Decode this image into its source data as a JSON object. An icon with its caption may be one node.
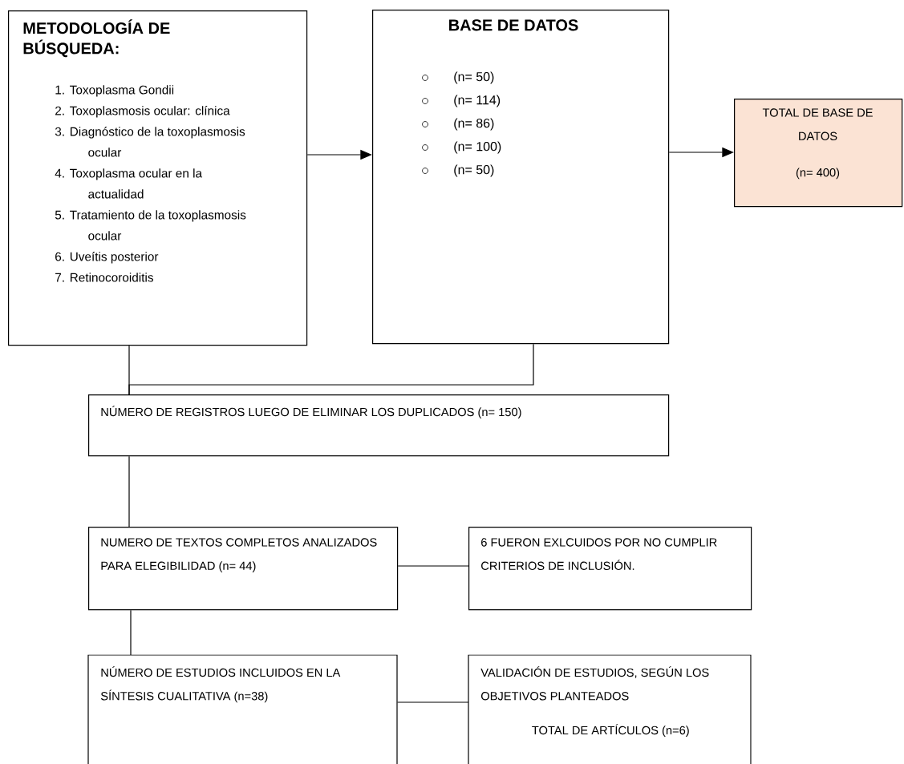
{
  "diagram": {
    "nodes": [
      {
        "text": [
          "METODOLOGÍA DE BÚSQUEDA:",
          "1. Toxoplasma Gondii",
          "2. Toxoplasmosis ocular: clínica",
          "3. Diagnóstico de la toxoplasmosis ocular",
          "4. Toxoplasma ocular en la actualidad",
          "5. Tratamiento de la toxoplasmosis ocular",
          "6. Uveítis posterior",
          "7. Retinocoroiditis"
        ]
      },
      {
        "text": [
          "BASE DE DATOS",
          "(n= 50)",
          "(n= 114)",
          "(n= 86)",
          "(n= 100)",
          "(n= 50)"
        ]
      },
      {
        "text": [
          "TOTAL DE BASE DE DATOS",
          "(n= 400)"
        ]
      },
      {
        "text": [
          "NÚMERO DE REGISTROS LUEGO DE ELIMINAR LOS DUPLICADOS (n= 150)"
        ]
      },
      {
        "text": [
          "NUMERO DE TEXTOS COMPLETOS ANALIZADOS PARA ELEGIBILIDAD (n= 44)"
        ]
      },
      {
        "text": [
          "6 FUERON EXLCUIDOS POR NO CUMPLIR CRITERIOS DE INCLUSIÓN."
        ]
      },
      {
        "text": [
          "NÚMERO DE ESTUDIOS INCLUIDOS EN LA SÍNTESIS CUALITATIVA (n=38)"
        ]
      },
      {
        "text": [
          "VALIDACIÓN DE ESTUDIOS, SEGÚN LOS OBJETIVOS PLANTEADOS",
          "TOTAL DE ARTÍCULOS (n=6)"
        ]
      }
    ],
    "edges": [
      {
        "from": 0,
        "to": 1,
        "arrow": "to"
      },
      {
        "from": 1,
        "to": 2,
        "arrow": "to"
      },
      {
        "from": 0,
        "to": 3,
        "arrow": "none"
      },
      {
        "from": 1,
        "to": 3,
        "arrow": "none"
      },
      {
        "from": 3,
        "to": 4,
        "arrow": "none"
      },
      {
        "from": 4,
        "to": 5,
        "arrow": "none"
      },
      {
        "from": 4,
        "to": 6,
        "arrow": "none"
      },
      {
        "from": 6,
        "to": 7,
        "arrow": "none"
      }
    ]
  }
}
